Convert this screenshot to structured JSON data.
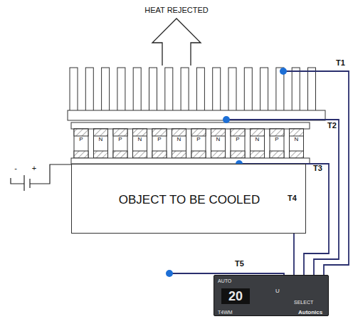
{
  "diagram": {
    "nodes": [
      {
        "text": [
          "OBJECT TO BE COOLED"
        ]
      },
      {
        "text": [
          "AUTO",
          "20",
          "U",
          "SELECT",
          "T4WM",
          "Autonics"
        ]
      }
    ],
    "labels": [
      "HEAT REJECTED",
      "P",
      "N",
      "P",
      "N",
      "P",
      "N",
      "P",
      "N",
      "P",
      "N",
      "P",
      "N",
      "T1",
      "T2",
      "T3",
      "T4",
      "T5",
      "-",
      "+"
    ]
  }
}
